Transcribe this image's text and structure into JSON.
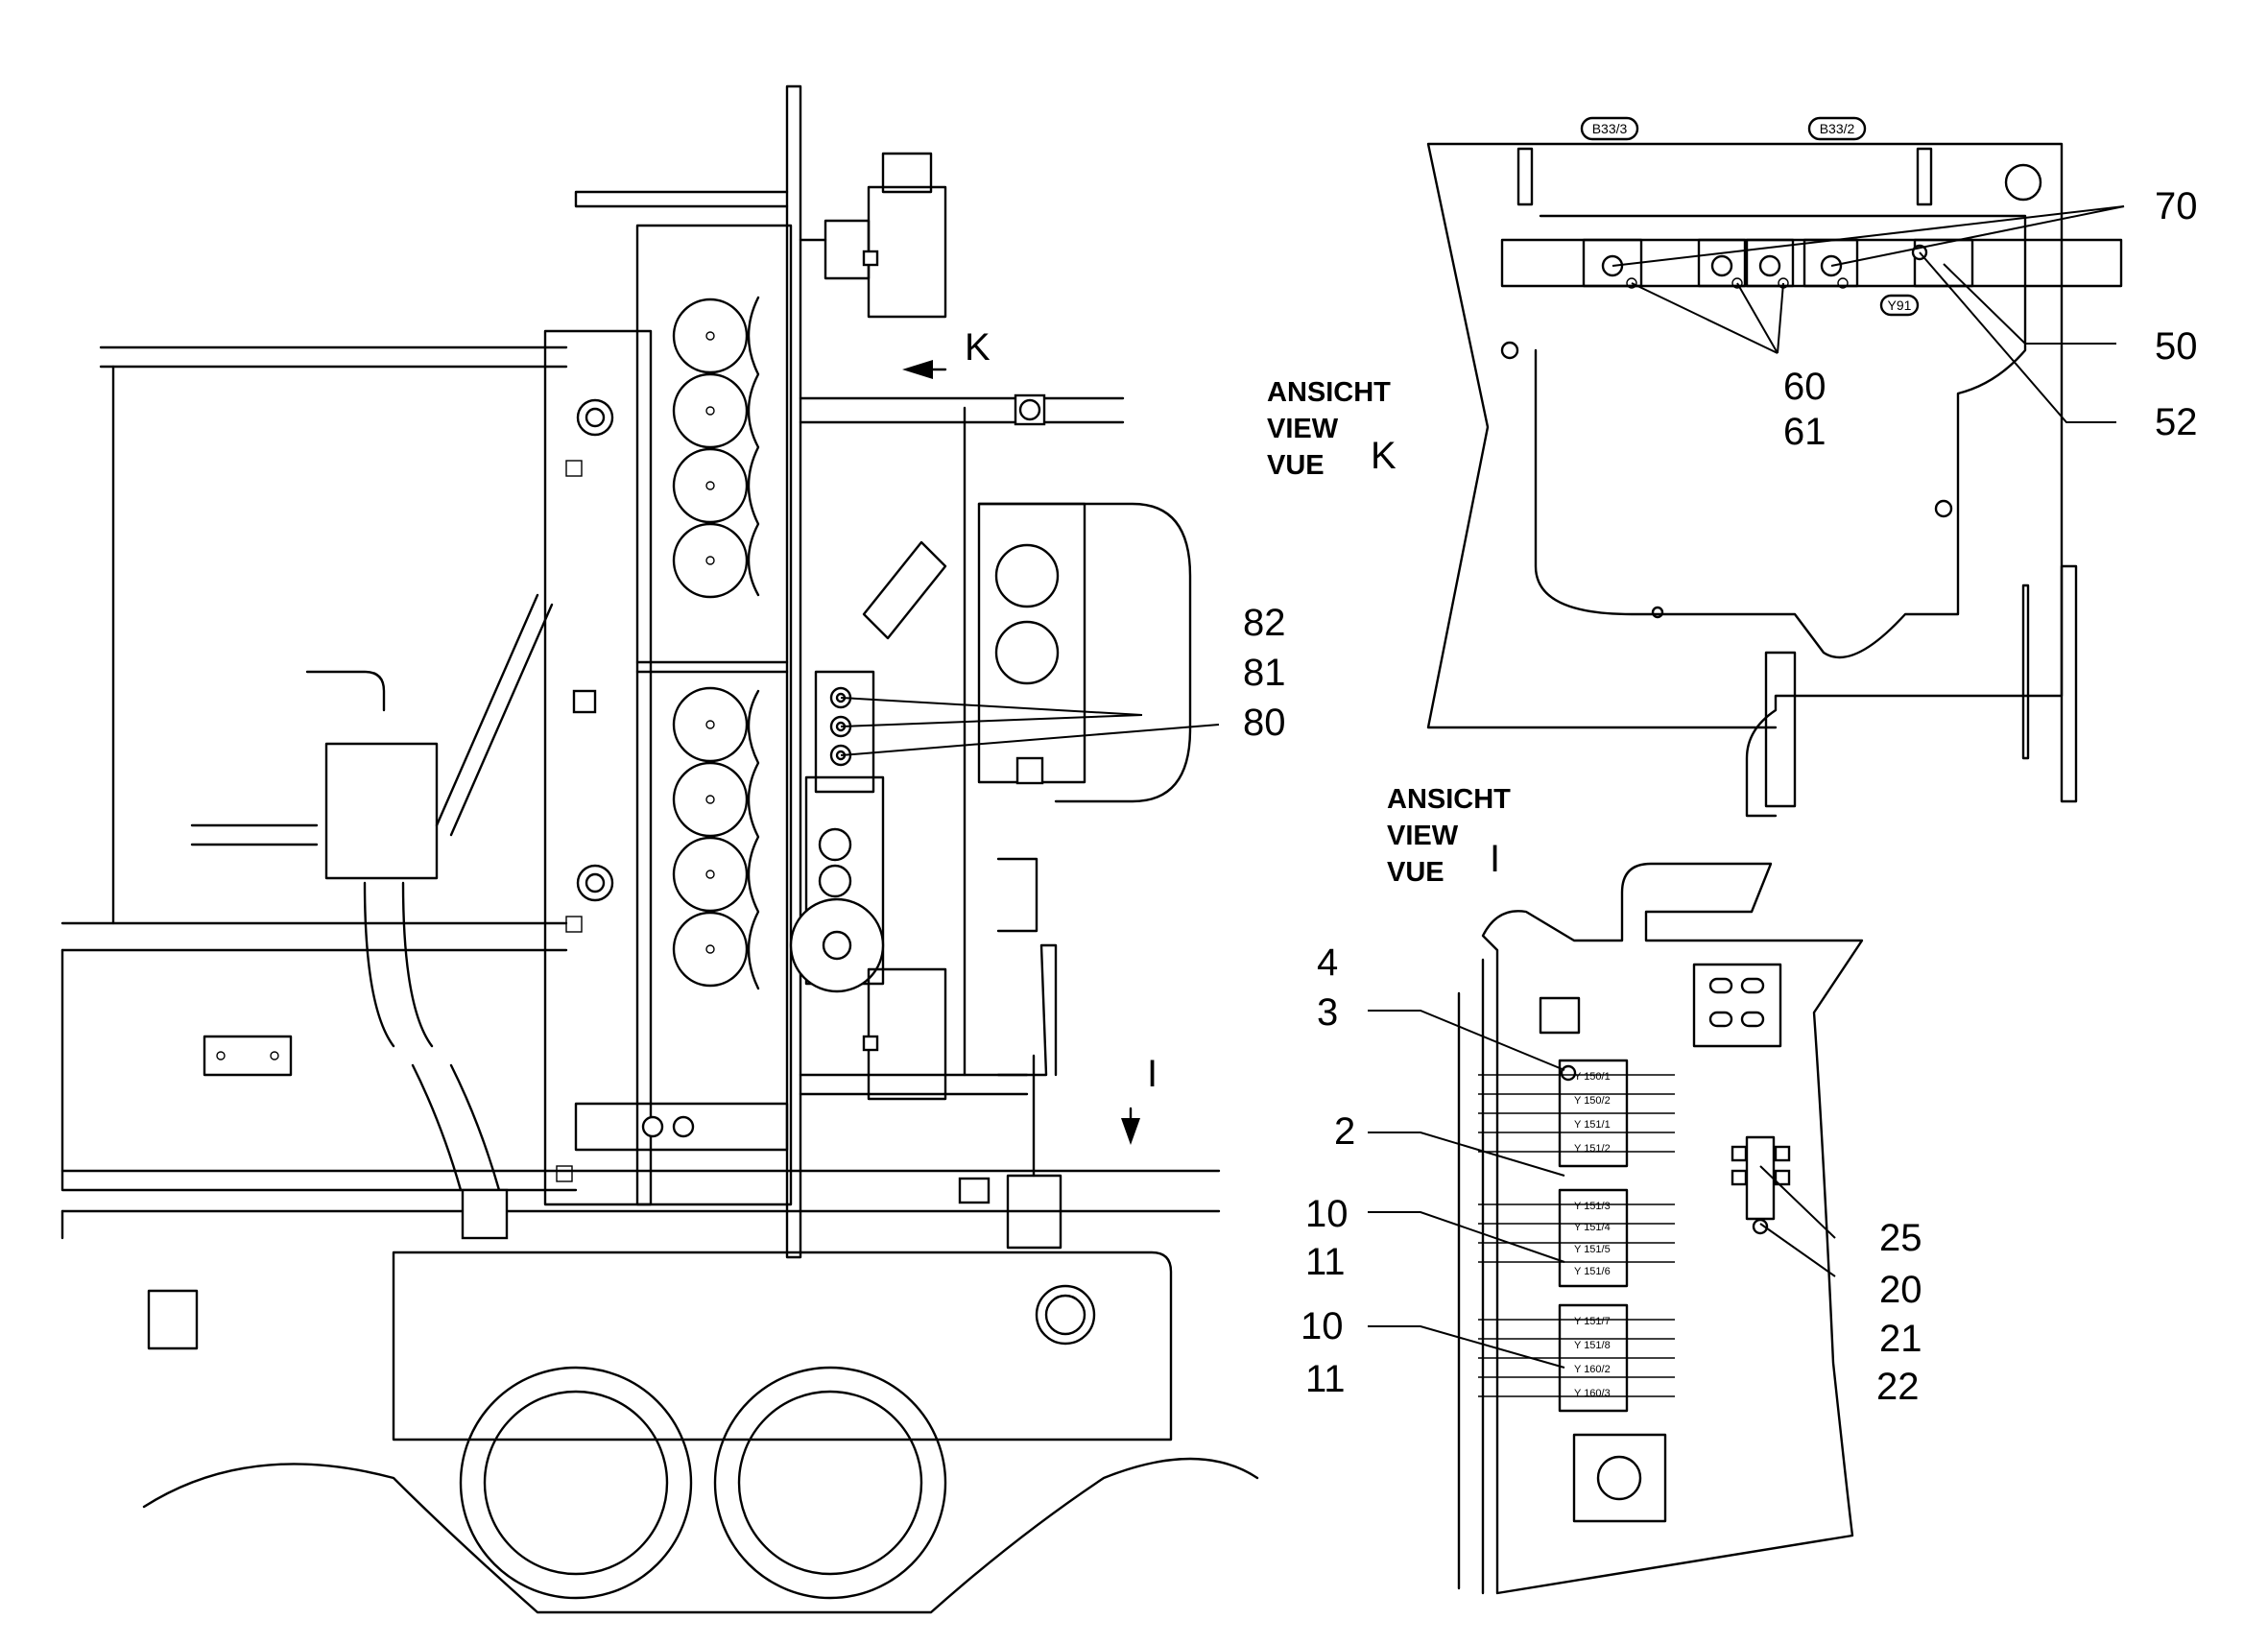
{
  "views": {
    "K": {
      "line1": "ANSICHT",
      "line2": "VIEW",
      "line3": "VUE",
      "letter": "K"
    },
    "I": {
      "line1": "ANSICHT",
      "line2": "VIEW",
      "line3": "VUE",
      "letter": "I"
    }
  },
  "arrows": {
    "K": "K",
    "I": "I"
  },
  "connector_tags": [
    "B33/3",
    "B33/2",
    "Y91"
  ],
  "valve_labels": [
    "Y 150/1",
    "Y 150/2",
    "Y 151/1",
    "Y 151/2",
    "Y 151/3",
    "Y 151/4",
    "Y 151/5",
    "Y 151/6",
    "Y 151/7",
    "Y 151/8",
    "Y 160/2",
    "Y 160/3"
  ],
  "callouts": {
    "c70": "70",
    "c50": "50",
    "c52": "52",
    "c60": "60",
    "c61": "61",
    "c82": "82",
    "c81": "81",
    "c80": "80",
    "c4": "4",
    "c3": "3",
    "c2": "2",
    "c10a": "10",
    "c11a": "11",
    "c10b": "10",
    "c11b": "11",
    "c25": "25",
    "c20": "20",
    "c21": "21",
    "c22": "22"
  }
}
